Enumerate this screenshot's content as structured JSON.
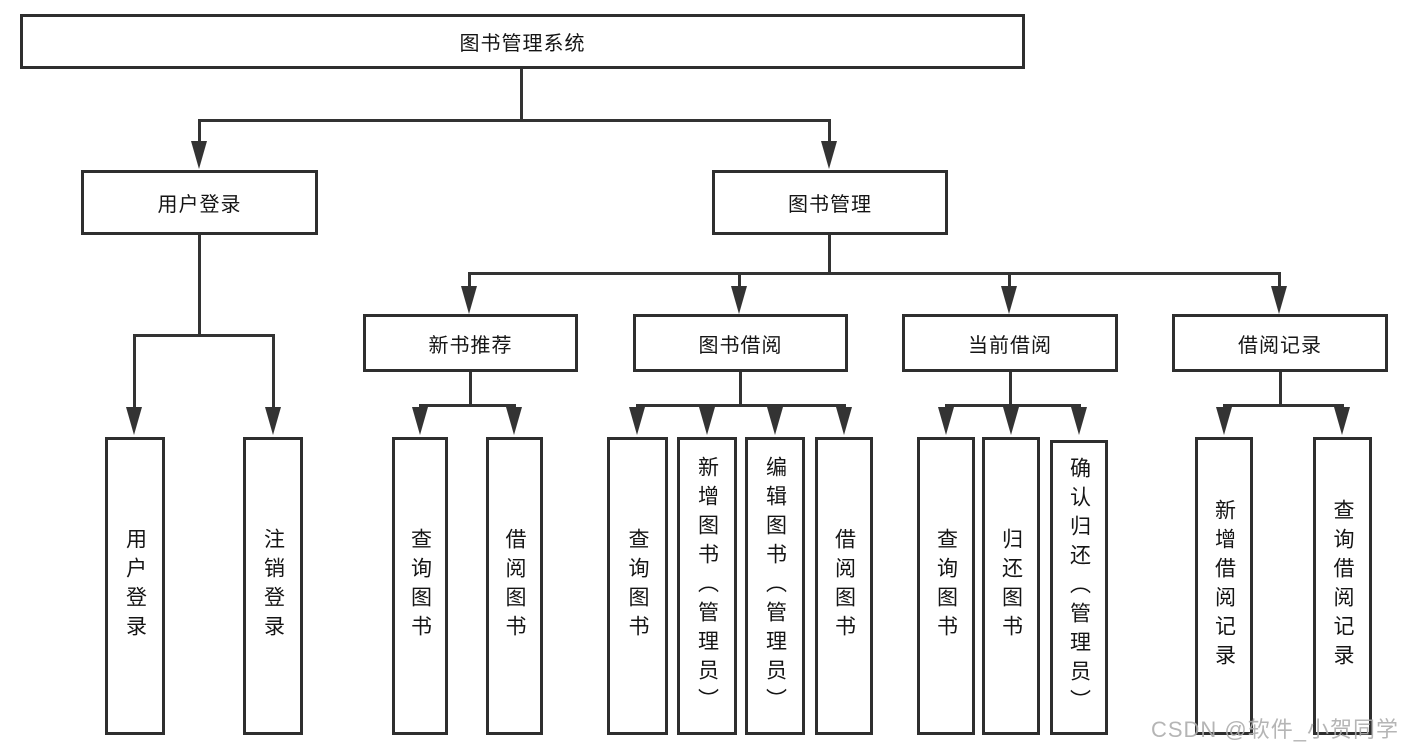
{
  "tree": {
    "root": {
      "label": "图书管理系统"
    },
    "branches": [
      {
        "label": "用户登录",
        "children": [
          {
            "label": "用户登录"
          },
          {
            "label": "注销登录"
          }
        ]
      },
      {
        "label": "图书管理",
        "children": [
          {
            "label": "新书推荐",
            "children": [
              {
                "label": "查询图书"
              },
              {
                "label": "借阅图书"
              }
            ]
          },
          {
            "label": "图书借阅",
            "children": [
              {
                "label": "查询图书"
              },
              {
                "label": "新增图书（管理员）"
              },
              {
                "label": "编辑图书（管理员）"
              },
              {
                "label": "借阅图书"
              }
            ]
          },
          {
            "label": "当前借阅",
            "children": [
              {
                "label": "查询图书"
              },
              {
                "label": "归还图书"
              },
              {
                "label": "确认归还（管理员）"
              }
            ]
          },
          {
            "label": "借阅记录",
            "children": [
              {
                "label": "新增借阅记录"
              },
              {
                "label": "查询借阅记录"
              }
            ]
          }
        ]
      }
    ]
  },
  "watermark": {
    "text": "CSDN @软件_小贺同学"
  },
  "colors": {
    "line": "#333333",
    "box_border": "#2e2e2e",
    "background": "#ffffff",
    "text": "#151515",
    "watermark": "#adadad"
  }
}
